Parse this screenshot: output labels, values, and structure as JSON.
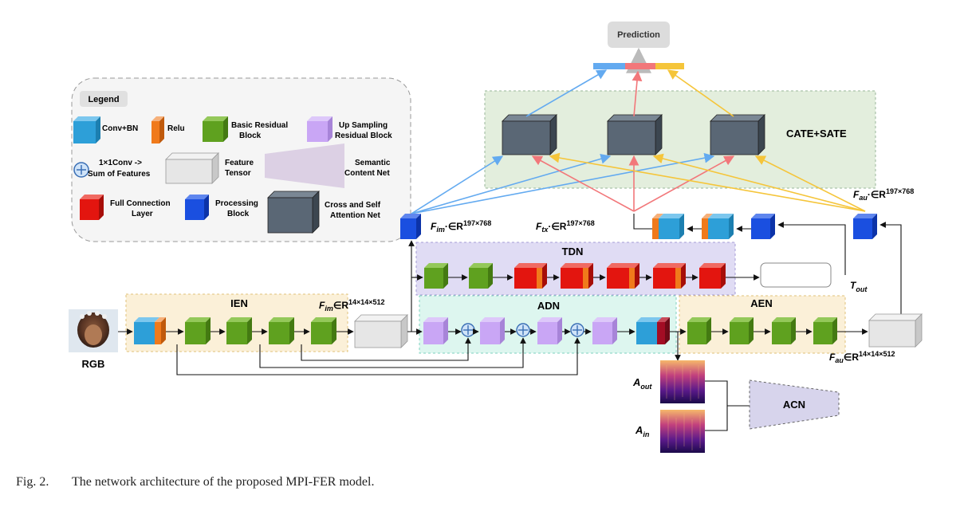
{
  "legend": {
    "title": "Legend",
    "items": {
      "conv_bn": "Conv+BN",
      "relu": "Relu",
      "basic_residual_line1": "Basic Residual",
      "basic_residual_line2": "Block",
      "upsampling_line1": "Up Sampling",
      "upsampling_line2": "Residual Block",
      "conv1x1_line1": "1×1Conv ->",
      "conv1x1_line2": "Sum of Features",
      "feature_tensor_line1": "Feature",
      "feature_tensor_line2": "Tensor",
      "semantic_line1": "Semantic",
      "semantic_line2": "Content Net",
      "fc_line1": "Full Connection",
      "fc_line2": "Layer",
      "processing_line1": "Processing",
      "processing_line2": "Block",
      "attention_line1": "Cross and Self",
      "attention_line2": "Attention Net"
    }
  },
  "labels": {
    "prediction": "Prediction",
    "cate_sate": "CATE+SATE",
    "tdn": "TDN",
    "ien": "IEN",
    "adn": "ADN",
    "aen": "AEN",
    "acn": "ACN",
    "rgb": "RGB",
    "f_im_left": "F",
    "f_im_sub": "im",
    "f_im_tail": "∈R",
    "f_im_sup": "14×14×512",
    "f_im_top": "F",
    "f_im_top_sub": "im",
    "f_im_top_tail": "·∈R",
    "f_im_top_sup": "197×768",
    "f_tx": "F",
    "f_tx_sub": "tx",
    "f_tx_tail": "·∈R",
    "f_tx_sup": "197×768",
    "f_au_top": "F",
    "f_au_top_sub": "au",
    "f_au_top_tail": "·∈R",
    "f_au_top_sup": "197×768",
    "f_au_bottom": "F",
    "f_au_bottom_sub": "au",
    "f_au_bottom_tail": "∈R",
    "f_au_bottom_sup": "14×14×512",
    "t_out": "T",
    "t_out_sub": "out",
    "a_out": "A",
    "a_out_sub": "out",
    "a_in": "A",
    "a_in_sub": "in"
  },
  "caption": {
    "label": "Fig. 2.",
    "text": "The network architecture of the proposed MPI-FER model."
  },
  "colors": {
    "conv_bn": "#2d9fd8",
    "relu": "#f07a1b",
    "basic_residual": "#5fa11f",
    "upsampling": "#c9a6f5",
    "feature_tensor": "#e6e6e6",
    "fc": "#e3150f",
    "processing": "#1a4fe0",
    "attention": "#5a6775",
    "arrow_blue": "#63aaf0",
    "arrow_red": "#f2777a",
    "arrow_yellow": "#f5c53a"
  }
}
